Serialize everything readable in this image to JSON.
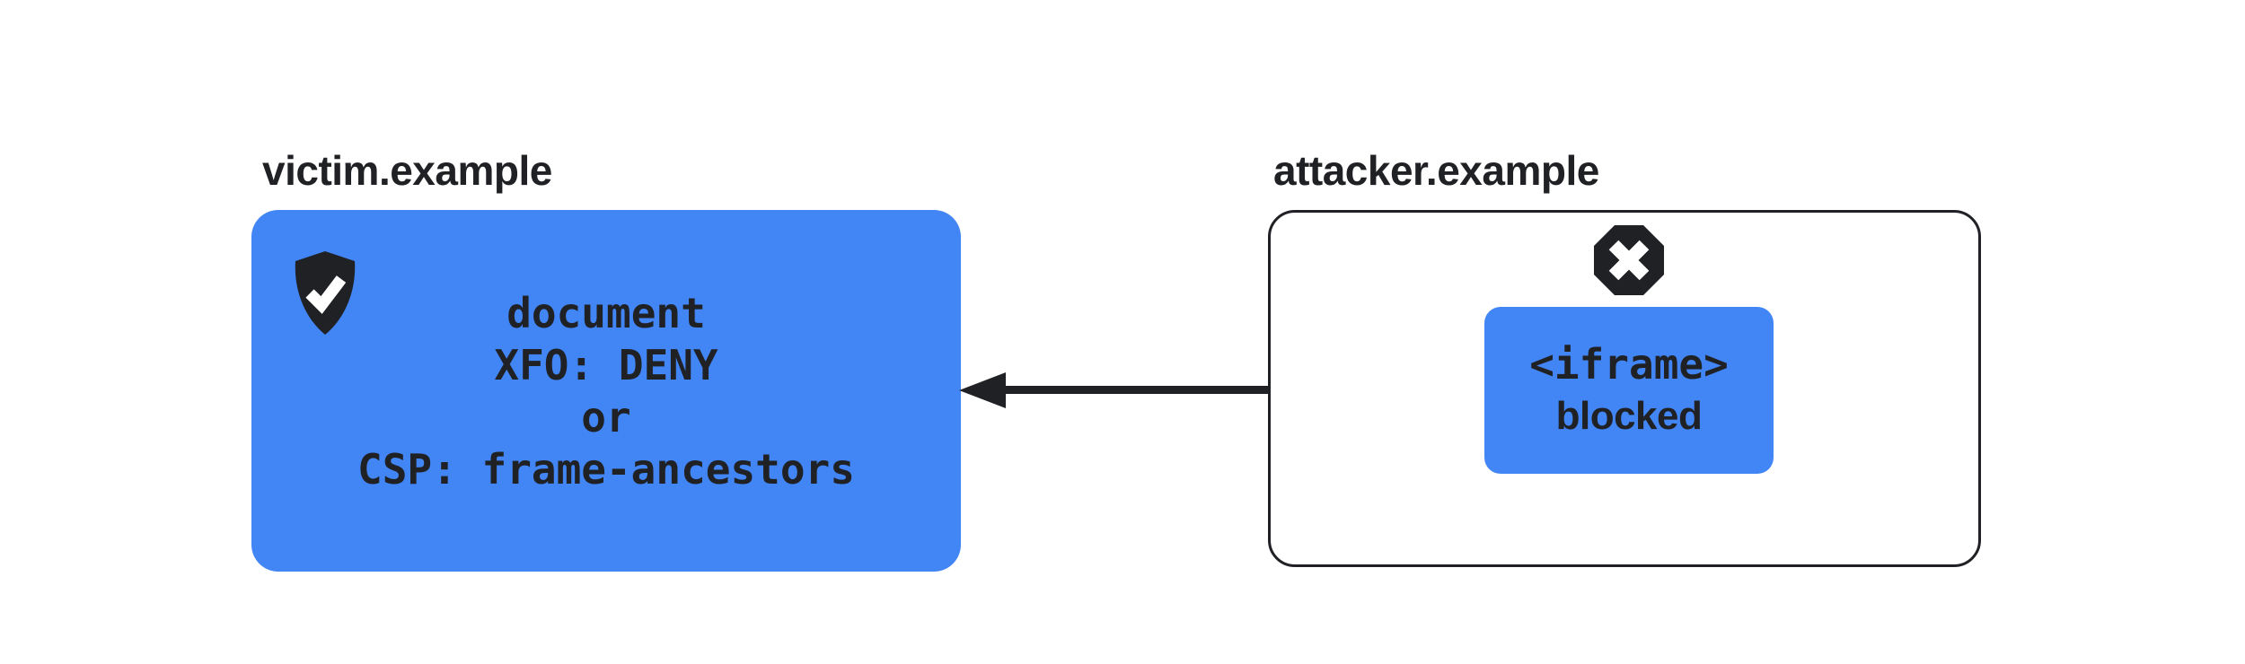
{
  "colors": {
    "accent_blue": "#4285f4",
    "ink": "#202124"
  },
  "victim": {
    "domain": "victim.example",
    "icon": "shield-check-icon",
    "box_lines": [
      "document",
      "XFO: DENY",
      "or",
      "CSP: frame-ancestors"
    ]
  },
  "attacker": {
    "domain": "attacker.example",
    "icon": "cross-octagon-icon",
    "iframe_card": {
      "tag": "<iframe>",
      "status": "blocked"
    }
  }
}
